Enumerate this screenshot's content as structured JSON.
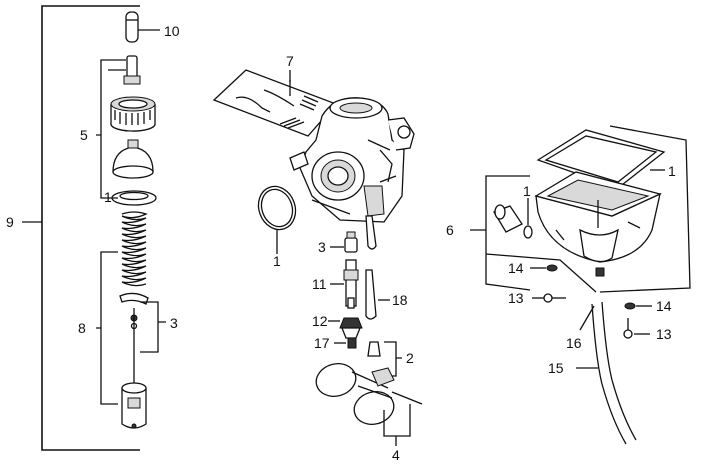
{
  "callouts": {
    "c1_top_left": "1",
    "c1_gasket": "1",
    "c1_float_gasket": "1",
    "c1_oring": "1",
    "c2": "2",
    "c3_left": "3",
    "c3_mid": "3",
    "c4": "4",
    "c5": "5",
    "c6": "6",
    "c7": "7",
    "c8": "8",
    "c9": "9",
    "c10": "10",
    "c11": "11",
    "c12": "12",
    "c13_left": "13",
    "c13_right": "13",
    "c14_left": "14",
    "c14_right": "14",
    "c15": "15",
    "c16": "16",
    "c17": "17",
    "c18": "18"
  }
}
